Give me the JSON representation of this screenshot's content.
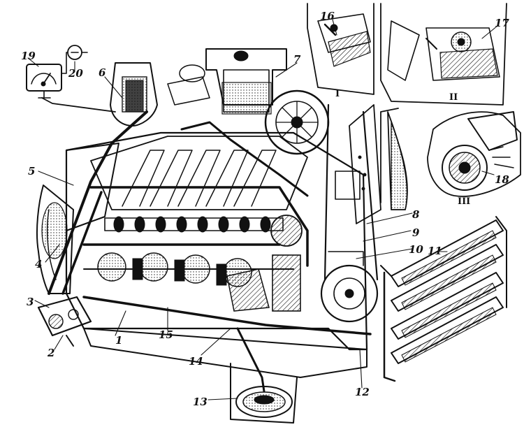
{
  "diagram": {
    "callouts": [
      {
        "id": "c1",
        "text": "1"
      },
      {
        "id": "c2",
        "text": "2"
      },
      {
        "id": "c3",
        "text": "3"
      },
      {
        "id": "c4",
        "text": "4"
      },
      {
        "id": "c5",
        "text": "5"
      },
      {
        "id": "c6",
        "text": "6"
      },
      {
        "id": "c7",
        "text": "7"
      },
      {
        "id": "c8",
        "text": "8"
      },
      {
        "id": "c9",
        "text": "9"
      },
      {
        "id": "c10",
        "text": "10"
      },
      {
        "id": "c11",
        "text": "11"
      },
      {
        "id": "c12",
        "text": "12"
      },
      {
        "id": "c13",
        "text": "13"
      },
      {
        "id": "c14",
        "text": "14"
      },
      {
        "id": "c15",
        "text": "15"
      },
      {
        "id": "c16",
        "text": "16"
      },
      {
        "id": "c17",
        "text": "17"
      },
      {
        "id": "c18",
        "text": "18"
      },
      {
        "id": "c19",
        "text": "19"
      },
      {
        "id": "c20",
        "text": "20"
      }
    ],
    "insets": [
      {
        "id": "inset-1",
        "text": "I"
      },
      {
        "id": "inset-2",
        "text": "II"
      },
      {
        "id": "inset-3",
        "text": "III"
      }
    ],
    "ink_color": "#111111",
    "paper_color": "#ffffff"
  }
}
